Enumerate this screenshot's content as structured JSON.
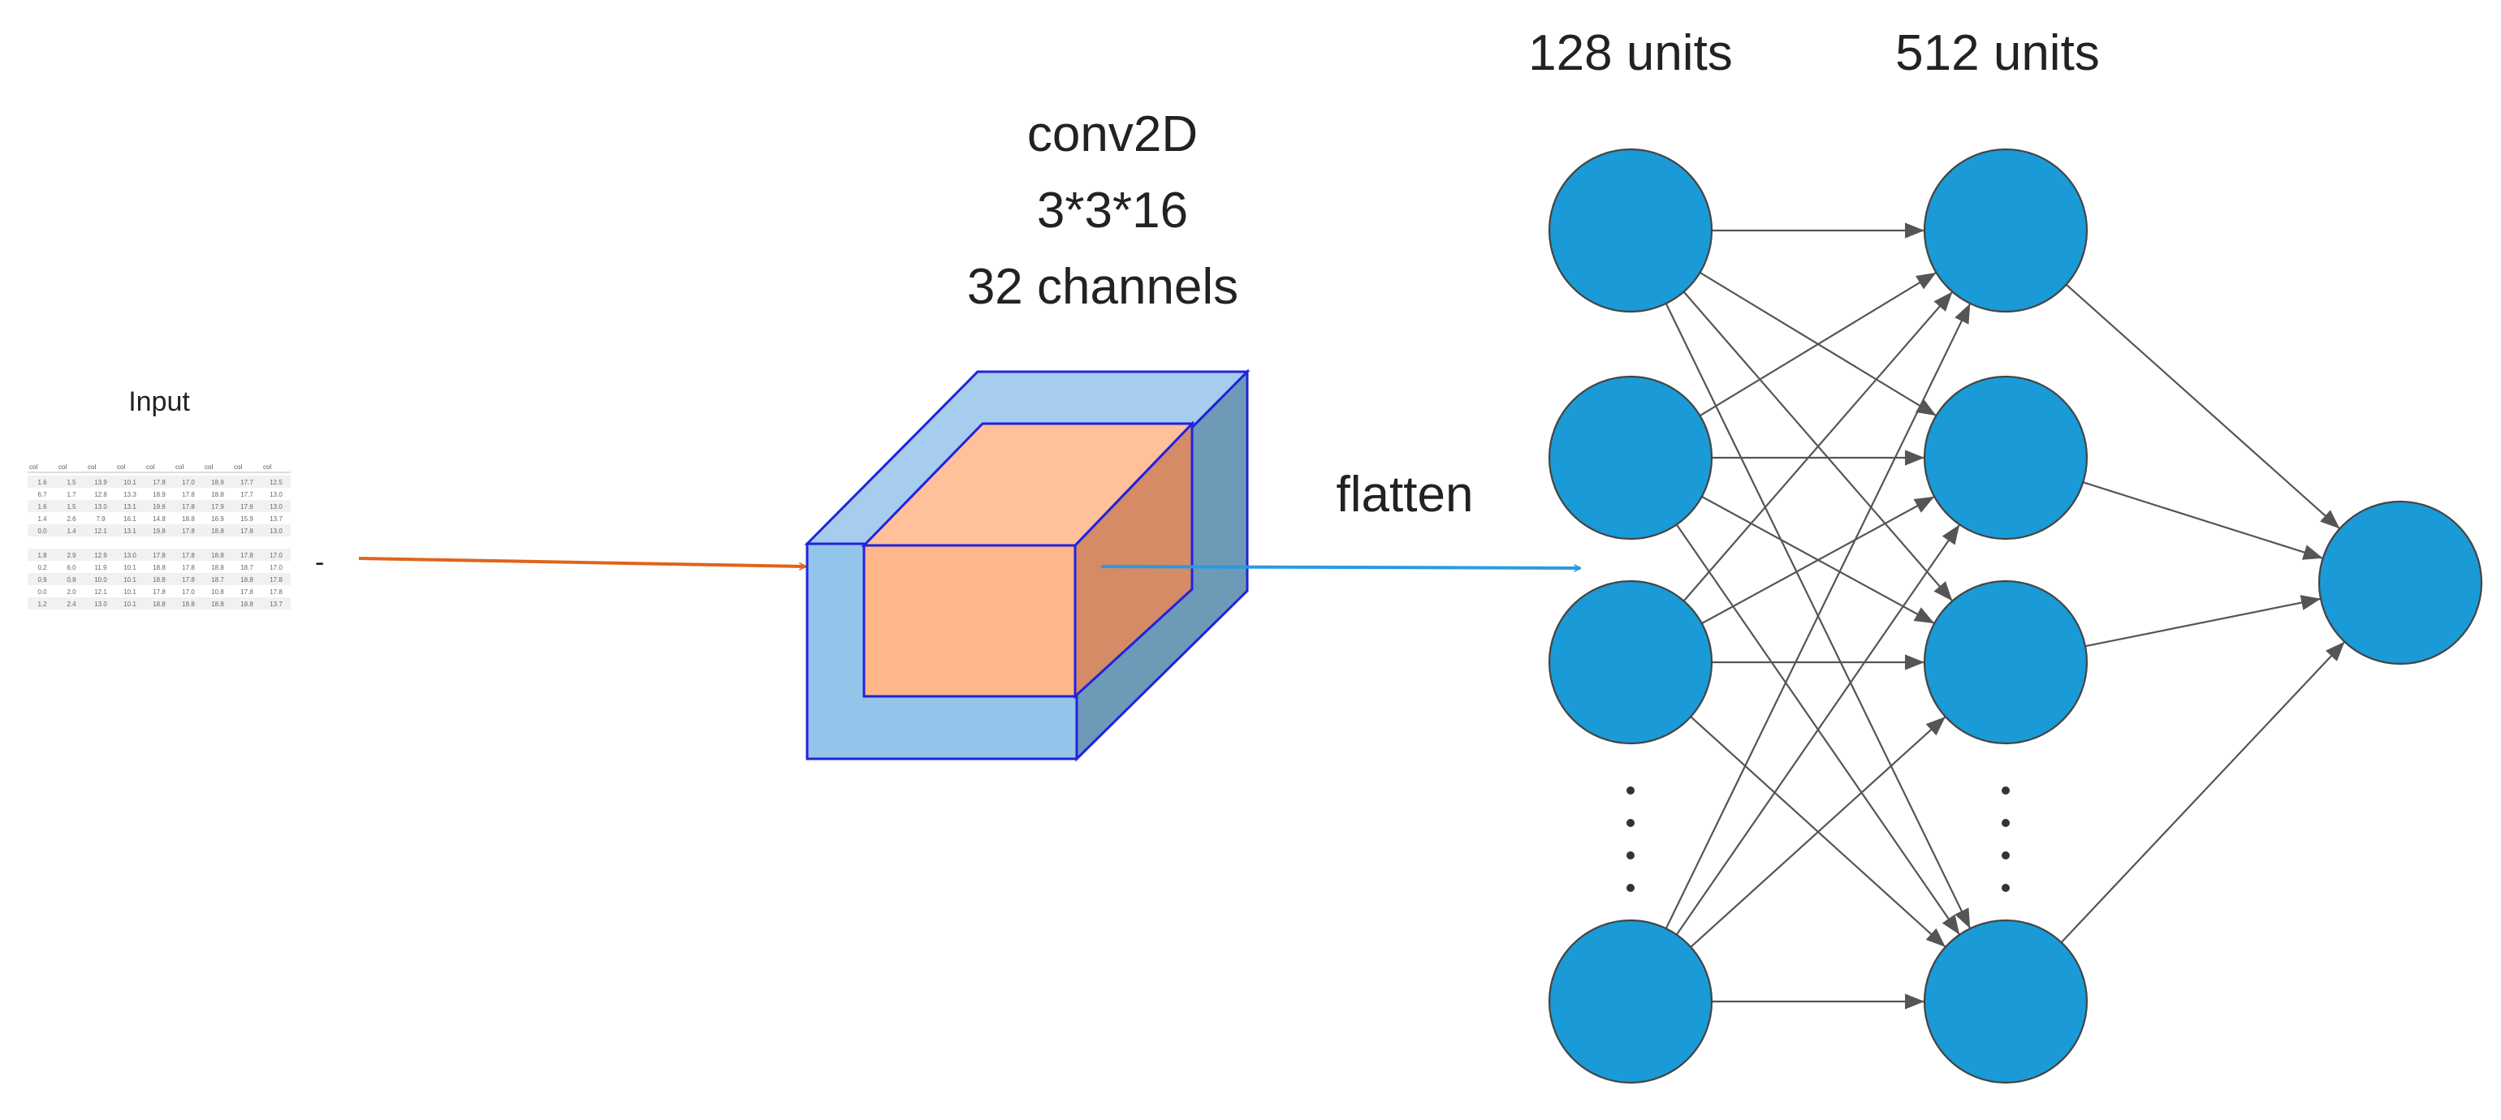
{
  "diagram": {
    "input_label": "Input",
    "input_dash": "-",
    "conv_title": "conv2D",
    "conv_kernel": "3*3*16",
    "conv_channels": "32 channels",
    "flatten_label": "flatten",
    "layer1_label": "128 units",
    "layer2_label": "512 units"
  },
  "colors": {
    "node": "#1a9ad6",
    "cube_outer": "#9fcbef",
    "cube_inner": "#ffb98c",
    "cube_edge": "#2222dd",
    "arrow_input": "#e0641a",
    "arrow_flatten": "#2b9ae0",
    "connection": "#555555"
  },
  "input_table": {
    "header": [
      "col",
      "col",
      "col",
      "col",
      "col",
      "col",
      "col",
      "col",
      "col"
    ],
    "rows": [
      [
        "1.6",
        "1.5",
        "13.9",
        "10.1",
        "17.8",
        "17.0",
        "18.9",
        "17.7",
        "12.5"
      ],
      [
        "6.7",
        "1.7",
        "12.8",
        "13.3",
        "18.9",
        "17.8",
        "18.8",
        "17.7",
        "13.0"
      ],
      [
        "1.6",
        "1.5",
        "13.0",
        "13.1",
        "19.6",
        "17.8",
        "17.9",
        "17.6",
        "13.0"
      ],
      [
        "1.4",
        "2.6",
        "7.9",
        "16.1",
        "14.8",
        "18.8",
        "16.9",
        "15.9",
        "13.7"
      ],
      [
        "0.0",
        "1.4",
        "12.1",
        "13.1",
        "19.8",
        "17.8",
        "18.8",
        "17.8",
        "13.0"
      ],
      [
        "",
        "",
        "",
        "",
        "",
        "",
        "",
        "",
        ""
      ],
      [
        "1.8",
        "2.9",
        "12.9",
        "13.0",
        "17.8",
        "17.8",
        "18.8",
        "17.8",
        "17.0"
      ],
      [
        "0.2",
        "6.0",
        "11.9",
        "10.1",
        "18.8",
        "17.8",
        "18.8",
        "18.7",
        "17.0"
      ],
      [
        "0.9",
        "0.8",
        "10.0",
        "10.1",
        "18.8",
        "17.8",
        "18.7",
        "18.8",
        "17.8"
      ],
      [
        "0.0",
        "2.0",
        "12.1",
        "10.1",
        "17.8",
        "17.0",
        "10.8",
        "17.8",
        "17.8"
      ],
      [
        "1.2",
        "2.4",
        "13.0",
        "10.1",
        "18.8",
        "18.8",
        "18.8",
        "18.8",
        "13.7"
      ]
    ]
  }
}
